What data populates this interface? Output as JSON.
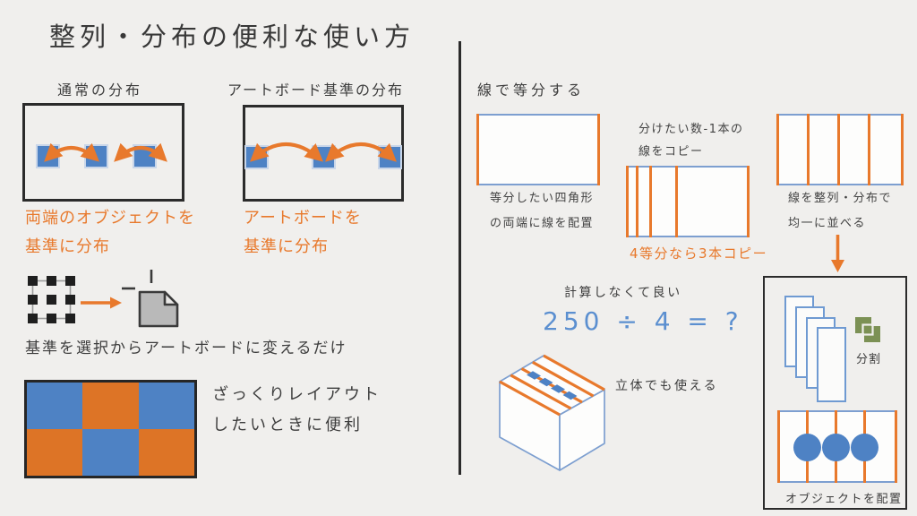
{
  "title": "整列・分布の便利な使い方",
  "colors": {
    "background": "#f0efed",
    "ink": "#3a3a3a",
    "orange": "#e8792c",
    "blue_fill": "#4e82c4",
    "blue_stroke": "#7d9fd0",
    "blue_text": "#5b8fd0",
    "green": "#7c9155"
  },
  "left": {
    "normal_label": "通常の分布",
    "artboard_label": "アートボード基準の分布",
    "normal_caption_l1": "両端のオブジェクトを",
    "normal_caption_l2": "基準に分布",
    "artboard_caption_l1": "アートボードを",
    "artboard_caption_l2": "基準に分布",
    "how_to": "基準を選択からアートボードに変えるだけ",
    "tip_l1": "ざっくりレイアウト",
    "tip_l2": "したいときに便利"
  },
  "right": {
    "heading": "線で等分する",
    "step1_l1": "等分したい四角形",
    "step1_l2": "の両端に線を配置",
    "step2_note_l1": "分けたい数-1本の",
    "step2_note_l2": "線をコピー",
    "step2_caption": "4等分なら3本コピー",
    "step3_l1": "線を整列・分布で",
    "step3_l2": "均一に並べる",
    "no_calc": "計算しなくて良い",
    "formula": "250 ÷ 4 = ?",
    "solid_note": "立体でも使える",
    "divide_label": "分割",
    "place_label": "オブジェクトを配置"
  },
  "icons": {
    "selection": "selection-handles-icon",
    "artboard": "artboard-page-icon",
    "transform_arrow": "right-arrow-icon",
    "divide": "pathfinder-divide-icon",
    "flow_arrow": "down-arrow-icon"
  }
}
